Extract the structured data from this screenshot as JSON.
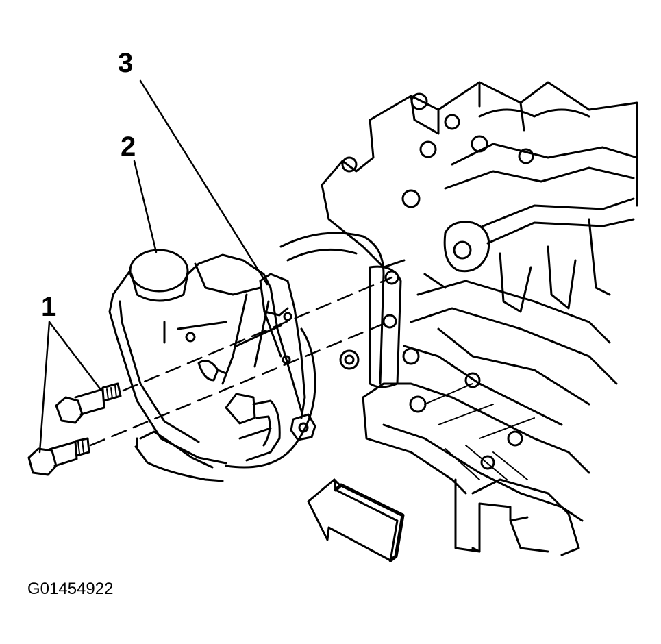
{
  "callouts": {
    "one": "1",
    "two": "2",
    "three": "3"
  },
  "figure_code": "G01454922",
  "colors": {
    "line": "#000000",
    "background": "#ffffff"
  }
}
